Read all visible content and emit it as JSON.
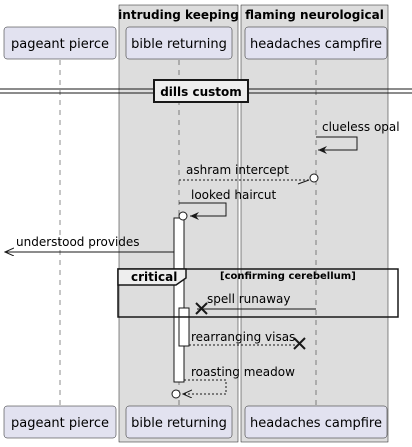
{
  "boxes": [
    {
      "title": "intruding keeping",
      "fill": "#dddddd"
    },
    {
      "title": "flaming neurological",
      "fill": "#dddddd"
    }
  ],
  "participants": [
    {
      "id": "p1",
      "label": "pageant pierce"
    },
    {
      "id": "p2",
      "label": "bible returning"
    },
    {
      "id": "p3",
      "label": "headaches campfire"
    }
  ],
  "divider": {
    "label": "dills custom"
  },
  "messages": [
    {
      "id": "m1",
      "label": "clueless opal"
    },
    {
      "id": "m2",
      "label": "ashram intercept"
    },
    {
      "id": "m3",
      "label": "looked haircut"
    },
    {
      "id": "m4",
      "label": "understood provides"
    },
    {
      "id": "m5",
      "label": "spell runaway"
    },
    {
      "id": "m6",
      "label": "rearranging visas"
    },
    {
      "id": "m7",
      "label": "roasting meadow"
    }
  ],
  "group": {
    "kind": "critical",
    "condition": "[confirming cerebellum]"
  },
  "colors": {
    "participant_fill": "#e2e2f0",
    "participant_border": "#181818",
    "box_fill": "#dddddd",
    "activation_fill": "#ffffff",
    "line": "#181818"
  }
}
